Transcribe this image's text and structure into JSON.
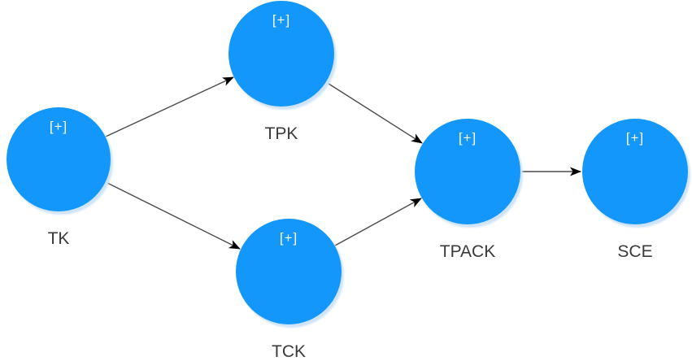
{
  "diagram": {
    "type": "structural-path-model",
    "expand_glyph": "[+]",
    "nodes": [
      {
        "id": "TK",
        "label": "TK",
        "expand": "[+]"
      },
      {
        "id": "TPK",
        "label": "TPK",
        "expand": "[+]"
      },
      {
        "id": "TCK",
        "label": "TCK",
        "expand": "[+]"
      },
      {
        "id": "TPACK",
        "label": "TPACK",
        "expand": "[+]"
      },
      {
        "id": "SCE",
        "label": "SCE",
        "expand": "[+]"
      }
    ],
    "edges": [
      {
        "from": "TK",
        "to": "TPK"
      },
      {
        "from": "TK",
        "to": "TCK"
      },
      {
        "from": "TPK",
        "to": "TPACK"
      },
      {
        "from": "TCK",
        "to": "TPACK"
      },
      {
        "from": "TPACK",
        "to": "SCE"
      }
    ],
    "colors": {
      "node_fill": "#1497fa",
      "node_halo": "#cfe4fa",
      "edge_line": "#4a4a4a",
      "arrowhead": "#000000",
      "label_text": "#3a3a3a",
      "expand_text": "#ffffff",
      "background": "#ffffff"
    }
  }
}
